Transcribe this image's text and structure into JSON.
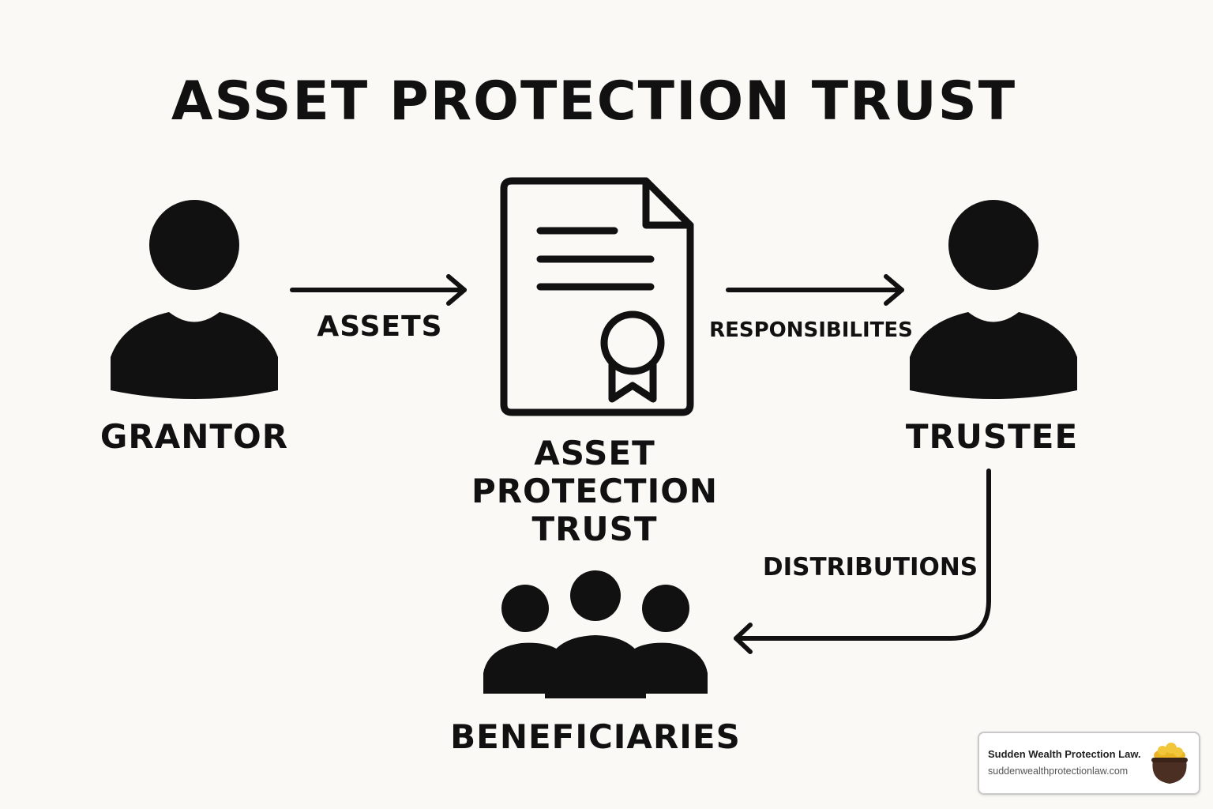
{
  "title": "ASSET PROTECTION TRUST",
  "nodes": {
    "grantor": {
      "label": "GRANTOR",
      "icon": "person-icon"
    },
    "trust": {
      "label_lines": [
        "ASSET",
        "PROTECTION",
        "TRUST"
      ],
      "icon": "certificate-document-icon"
    },
    "trustee": {
      "label": "TRUSTEE",
      "icon": "person-icon"
    },
    "beneficiaries": {
      "label": "BENEFICIARIES",
      "icon": "group-icon"
    }
  },
  "edges": {
    "assets": "ASSETS",
    "responsibilities": "RESPONSIBILITES",
    "distributions": "DISTRIBUTIONS"
  },
  "badge": {
    "name": "Sudden Wealth Protection Law.",
    "url": "suddenwealthprotectionlaw.com",
    "logo": "gold-pot-icon"
  },
  "colors": {
    "background": "#fbf9f5",
    "ink": "#111111",
    "gold": "#e8b423",
    "pot": "#4a2f22"
  }
}
